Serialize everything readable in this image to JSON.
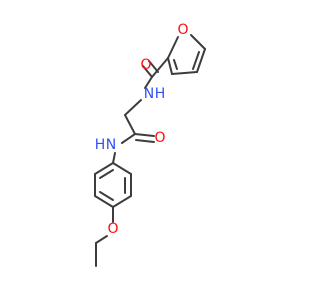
{
  "structure": {
    "colors": {
      "bond": "#3d3d3d",
      "oxygen": "#ff0d0d",
      "nitrogen": "#3050f8"
    },
    "atoms": {
      "o_furan": {
        "label": "O",
        "element": "oxygen"
      },
      "o_carbonyl_1": {
        "label": "O",
        "element": "oxygen"
      },
      "n_amide_1": {
        "label": "N",
        "element": "nitrogen"
      },
      "h_amide_1": {
        "label": "H",
        "element": "nitrogen"
      },
      "o_carbonyl_2": {
        "label": "O",
        "element": "oxygen"
      },
      "n_amide_2": {
        "label": "N",
        "element": "nitrogen"
      },
      "h_amide_2": {
        "label": "H",
        "element": "nitrogen"
      },
      "o_ether": {
        "label": "O",
        "element": "oxygen"
      }
    }
  }
}
